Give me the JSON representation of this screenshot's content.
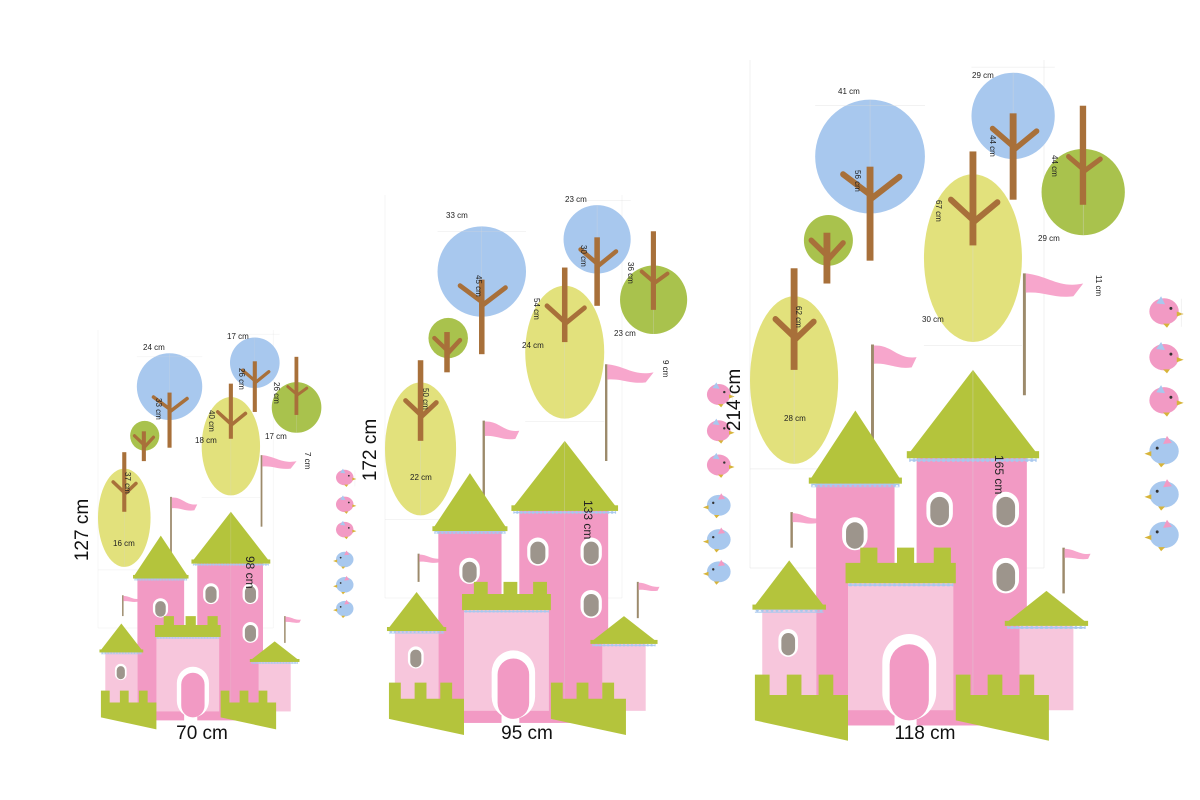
{
  "colors": {
    "pink_dark": "#f29ac4",
    "pink_light": "#f7c6dc",
    "green": "#b4c43c",
    "green_tree": "#a9c24d",
    "yellow": "#e2e17c",
    "blue": "#a8c8ee",
    "brown": "#a8703a",
    "door": "#f29ac4",
    "window": "#9d958c",
    "scallop": "#a8c8ee"
  },
  "panels": [
    {
      "id": "small",
      "width_label": "70 cm",
      "height_label": "127 cm",
      "labels": {
        "tree_blue_big_w": "24 cm",
        "tree_blue_big_h": "33 cm",
        "tree_blue_small_w": "17 cm",
        "tree_blue_small_h": "26 cm",
        "tree_green_h": "26 cm",
        "tree_yellow_mid_h": "40 cm",
        "tree_yellow_mid_w": "18 cm",
        "tree_yellow_left_h": "37 cm",
        "tree_yellow_left_w": "16 cm",
        "flag_w": "17 cm",
        "bird_h": "7 cm",
        "castle_h": "98 cm"
      }
    },
    {
      "id": "medium",
      "width_label": "95 cm",
      "height_label": "172 cm",
      "labels": {
        "tree_blue_big_w": "33 cm",
        "tree_blue_big_h": "45 cm",
        "tree_blue_small_w": "23 cm",
        "tree_blue_small_h": "30 cm",
        "tree_green_h": "36 cm",
        "tree_yellow_mid_h": "54 cm",
        "tree_yellow_mid_w": "24 cm",
        "tree_yellow_left_h": "50 cm",
        "tree_yellow_left_w": "22 cm",
        "flag_w": "23 cm",
        "bird_h": "9 cm",
        "castle_h": "133 cm"
      }
    },
    {
      "id": "large",
      "width_label": "118 cm",
      "height_label": "214 cm",
      "labels": {
        "tree_blue_big_w": "41 cm",
        "tree_blue_big_h": "56 cm",
        "tree_blue_small_w": "29 cm",
        "tree_blue_small_h": "44 cm",
        "tree_green_h": "44 cm",
        "tree_yellow_mid_h": "67 cm",
        "tree_yellow_mid_w": "30 cm",
        "tree_yellow_left_h": "62 cm",
        "tree_yellow_left_w": "28 cm",
        "flag_w": "29 cm",
        "bird_h": "11 cm",
        "castle_h": "165 cm"
      }
    }
  ]
}
